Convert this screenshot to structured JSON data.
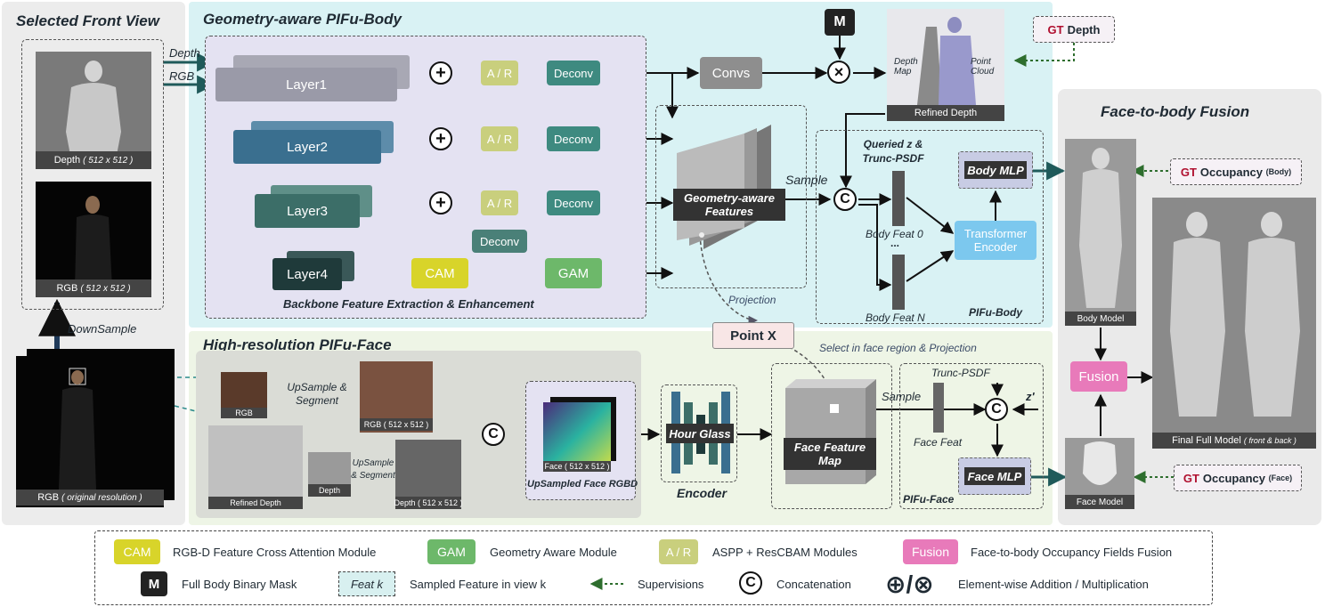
{
  "left": {
    "title": "Selected Front View",
    "depth_caption": "Depth",
    "depth_res": "( 512 x 512 )",
    "rgb_caption": "RGB",
    "rgb_res": "( 512 x 512 )",
    "downsample": "DownSample",
    "orig_caption": "RGB",
    "orig_res": "( original resolution )"
  },
  "geo": {
    "title": "Geometry-aware PIFu-Body",
    "depth_in": "Depth",
    "rgb_in": "RGB",
    "layers": [
      "Layer1",
      "Layer2",
      "Layer3",
      "Layer4"
    ],
    "ar": "A / R",
    "deconv": "Deconv",
    "convs": "Convs",
    "cam": "CAM",
    "gam": "GAM",
    "backbone_caption": "Backbone Feature Extraction & Enhancement",
    "mask": "M",
    "refined_depth": "Refined Depth",
    "depth_map": "Depth Map",
    "point_cloud": "Point Cloud",
    "geo_features": "Geometry-aware Features",
    "projection": "Projection",
    "sample": "Sample",
    "concat": "C",
    "queried": "Queried z & Trunc-PSDF",
    "body_feat_0": "Body Feat 0",
    "body_feat_n": "Body Feat N",
    "dots": "...",
    "body_mlp": "Body MLP",
    "transformer": "Transformer Encoder",
    "pifu_body": "PIFu-Body"
  },
  "gt": {
    "depth_gt": "GT",
    "depth_label": "Depth",
    "body_gt": "GT",
    "body_label": "Occupancy",
    "body_sub": "(Body)",
    "face_gt": "GT",
    "face_label": "Occupancy",
    "face_sub": "(Face)"
  },
  "face": {
    "title": "High-resolution PIFu-Face",
    "point_x": "Point X",
    "select": "Select in face region & Projection",
    "rgb_small": "RGB",
    "upsample": "UpSample & Segment",
    "rgb_512": "RGB ( 512 x 512 )",
    "refined_depth": "Refined Depth",
    "depth_small": "Depth",
    "upsample2": "UpSample & Segment",
    "depth_512": "Depth ( 512 x 512 )",
    "face_512": "Face ( 512 x 512 )",
    "upsampled_rgbd": "UpSampled Face RGBD",
    "hourglass": "Hour Glass",
    "encoder": "Encoder",
    "face_feature_map": "Face Feature Map",
    "sample": "Sample",
    "trunc": "Trunc-PSDF",
    "z_prime": "z'",
    "face_feat": "Face Feat",
    "face_mlp": "Face MLP",
    "pifu_face": "PIFu-Face"
  },
  "fusion": {
    "title": "Face-to-body Fusion",
    "body_model": "Body Model",
    "fusion": "Fusion",
    "face_model": "Face Model",
    "final": "Final Full Model",
    "final_sub": "( front & back )"
  },
  "legend": {
    "cam": "CAM",
    "cam_desc": "RGB-D Feature Cross Attention Module",
    "gam": "GAM",
    "gam_desc": "Geometry Aware Module",
    "ar": "A / R",
    "ar_desc": "ASPP + ResCBAM Modules",
    "fusion": "Fusion",
    "fusion_desc": "Face-to-body Occupancy Fields Fusion",
    "m": "M",
    "m_desc": "Full Body Binary Mask",
    "feat": "Feat k",
    "feat_desc": "Sampled Feature in view k",
    "sup_desc": "Supervisions",
    "c": "C",
    "c_desc": "Concatenation",
    "ops": "⊕/⊗",
    "ops_desc": "Element-wise Addition / Multiplication"
  },
  "colors": {
    "layer1": "#9a9aa8",
    "layer2": "#3a6f8f",
    "layer3": "#3c6e68",
    "layer4": "#1f3a3a",
    "deconv": "#3e8a80",
    "cam": "#d8d42a",
    "gam": "#6db86a",
    "fusion": "#e87aba",
    "transformer": "#7cc8ee",
    "convs": "#8e8e8e",
    "gt_red": "#b01030",
    "sup_green": "#2e6e2e"
  }
}
